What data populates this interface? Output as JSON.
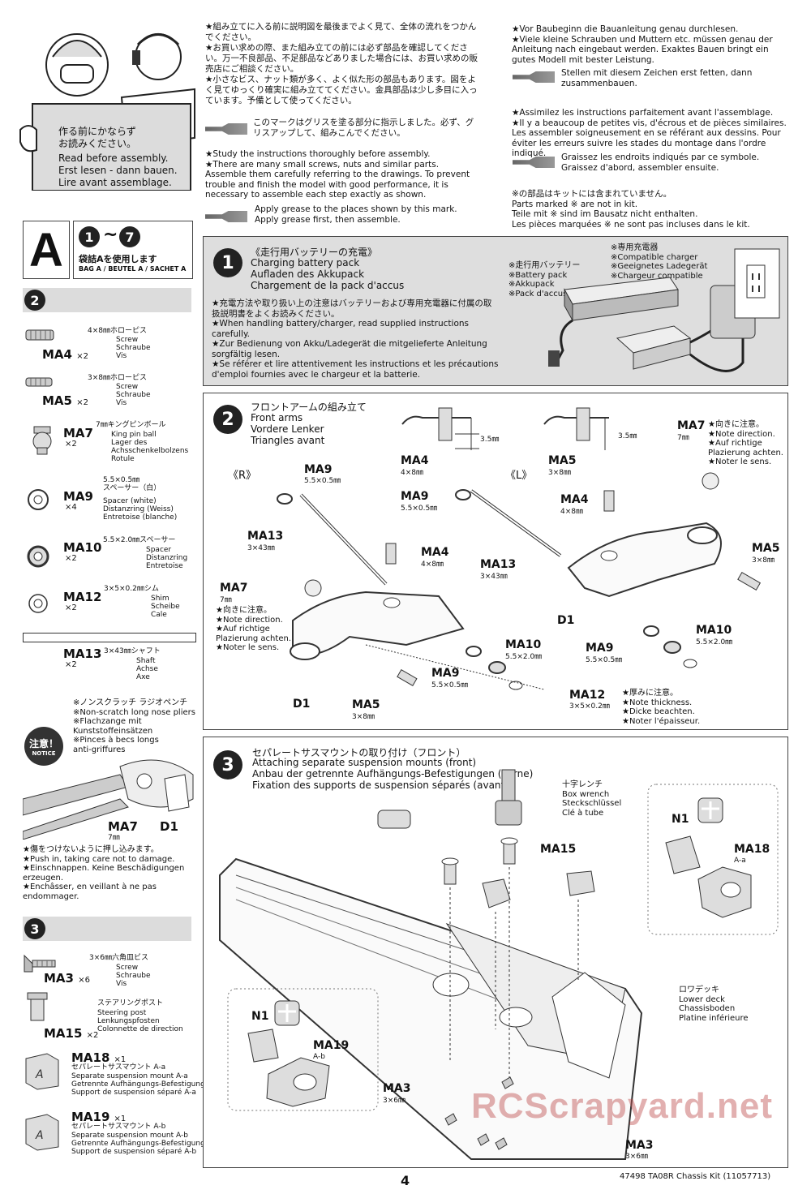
{
  "intro_cartoon": {
    "jp": "作る前にかならず\nお読みください。",
    "lines": [
      "Read before assembly.",
      "Erst lesen - dann bauen.",
      "Lire avant assemblage."
    ]
  },
  "jp_notes": "★組み立てに入る前に説明図を最後までよく見て、全体の流れをつかんでください。\n★お買い求めの際、また組み立ての前には必ず部品を確認してください。万一不良部品、不足部品などありました場合には、お買い求めの販売店にご相談ください。\n★小さなビス、ナット類が多く、よく似た形の部品もあります。図をよく見てゆっくり確実に組み立ててください。金具部品は少し多目に入っています。予備として使ってください。",
  "jp_grease": "このマークはグリスを塗る部分に指示しました。必ず、グリスアップして、組みこんでください。",
  "en_notes": "★Study the instructions thoroughly before assembly.\n★There are many small screws, nuts and similar parts. Assemble them carefully referring to the drawings. To prevent trouble and finish the model with good performance, it is necessary to assemble each step exactly as shown.",
  "en_grease": "Apply grease to the places shown by this mark.\nApply grease first, then assemble.",
  "de_notes": "★Vor Baubeginn die Bauanleitung genau durchlesen.\n★Viele kleine Schrauben und Muttern etc. müssen genau der Anleitung nach eingebaut werden. Exaktes Bauen bringt ein gutes Modell mit bester Leistung.",
  "de_grease": "Stellen mit diesem Zeichen erst fetten, dann zusammenbauen.",
  "fr_notes": "★Assimilez les instructions parfaitement avant l'assemblage.\n★Il y a beaucoup de petites vis, d'écrous et de pièces similaires. Les assembler soigneusement en se référant aux dessins. Pour éviter les erreurs suivre les stades du montage dans l'ordre indiqué.",
  "fr_grease": "Graissez les endroits indiqués par ce symbole.\nGraissez d'abord, assembler ensuite.",
  "not_in_kit": "※の部品はキットには含まれていません。\nParts marked ※ are not in kit.\nTeile mit ※ sind im Bausatz nicht enthalten.\nLes pièces marquées ※ ne sont pas incluses dans le kit.",
  "bag": {
    "letter": "A",
    "from": "1",
    "tilde": "~",
    "to": "7",
    "jp": "袋詰Aを使用します",
    "sub": "BAG A / BEUTEL A / SACHET A"
  },
  "parts2": {
    "step": "2",
    "items": [
      {
        "code": "MA4",
        "qty": "×2",
        "jp": "4×8㎜ホローピス",
        "desc": "Screw\nSchraube\nVis"
      },
      {
        "code": "MA5",
        "qty": "×2",
        "jp": "3×8㎜ホローピス",
        "desc": "Screw\nSchraube\nVis"
      },
      {
        "code": "MA7",
        "qty": "×2",
        "jp": "7㎜キングピンボール",
        "desc": "King pin ball\nLager des\nAchsschenkelbolzens\nRotule"
      },
      {
        "code": "MA9",
        "qty": "×4",
        "jp": "5.5×0.5㎜\nスペーサー（白）",
        "desc": "Spacer (white)\nDistanzring (Weiss)\nEntretoise (blanche)"
      },
      {
        "code": "MA10",
        "qty": "×2",
        "jp": "5.5×2.0㎜スペーサー",
        "desc": "Spacer\nDistanzring\nEntretoise"
      },
      {
        "code": "MA12",
        "qty": "×2",
        "jp": "3×5×0.2㎜シム",
        "desc": "Shim\nScheibe\nCale"
      },
      {
        "code": "MA13",
        "qty": "×2",
        "jp": "3×43㎜シャフト",
        "desc": "Shaft\nAchse\nAxe"
      }
    ]
  },
  "notice": {
    "badge_jp": "注意！",
    "badge_en": "NOTICE",
    "pliers": "※ノンスクラッチ ラジオペンチ\n※Non-scratch long nose pliers\n※Flachzange mit\nKunststoffeinsätzen\n※Pinces à becs longs\nanti-griffures",
    "ma7": "MA7",
    "ma7_size": "7㎜",
    "d1": "D1",
    "text": "★傷をつけないように押し込みます。\n★Push in, taking care not to damage.\n★Einschnappen. Keine Beschädigungen erzeugen.\n★Enchâsser, en veillant à ne pas endommager."
  },
  "parts3": {
    "step": "3",
    "items": [
      {
        "code": "MA3",
        "qty": "×6",
        "jp": "3×6㎜六角皿ビス",
        "desc": "Screw\nSchraube\nVis"
      },
      {
        "code": "MA15",
        "qty": "×2",
        "jp": "ステアリングポスト",
        "desc": "Steering post\nLenkungspfosten\nColonnette de direction"
      },
      {
        "code": "MA18",
        "qty": "×1",
        "jp": "セパレートサスマウント A-a",
        "desc": "Separate suspension mount A-a\nGetrennte Aufhängungs-Befestigung A-a\nSupport de suspension séparé A-a"
      },
      {
        "code": "MA19",
        "qty": "×1",
        "jp": "セパレートサスマウント A-b",
        "desc": "Separate suspension mount A-b\nGetrennte Aufhängungs-Befestigung A-b\nSupport de suspension séparé A-b"
      }
    ]
  },
  "step1": {
    "num": "1",
    "jp": "《走行用バッテリーの充電》",
    "en": "Charging battery pack",
    "de": "Aufladen des Akkupack",
    "fr": "Chargement de la pack d'accus",
    "notes": "★充電方法や取り扱い上の注意はバッテリーおよび専用充電器に付属の取扱説明書をよくお読みください。\n★When handling battery/charger, read supplied instructions carefully.\n★Zur Bedienung von Akku/Ladegerät die mitgelieferte Anleitung sorgfältig lesen.\n★Se référer et lire attentivement les instructions et les précautions d'emploi fournies avec le chargeur et la batterie.",
    "battery_label": "※走行用バッテリー\n※Battery pack\n※Akkupack\n※Pack d'accus",
    "charger_label": "※専用充電器\n※Compatible charger\n※Geeignetes Ladegerät\n※Chargeur compatible"
  },
  "step2": {
    "num": "2",
    "jp": "フロントアームの組み立て",
    "en": "Front arms",
    "de": "Vordere Lenker",
    "fr": "Triangles avant",
    "left_tag": "《R》",
    "right_tag": "《L》",
    "dim": "3.5㎜",
    "dim2": "3.5㎜",
    "ma4_top": "MA4",
    "ma4_top_size": "4×8㎜",
    "ma5_top": "MA5",
    "ma5_top_size": "3×8㎜",
    "ma7_r": "MA7",
    "ma7_r_size": "7㎜",
    "ma7_r_note": "★向きに注意。\n★Note direction.\n★Auf richtige\nPlazierung achten.\n★Noter le sens.",
    "ma7_l": "MA7",
    "ma7_l_size": "7㎜",
    "ma7_l_note": "★向きに注意。\n★Note direction.\n★Auf richtige\nPlazierung achten.\n★Noter le sens.",
    "ma9_a": "MA9",
    "ma9_a_size": "5.5×0.5㎜",
    "ma9_b": "MA9",
    "ma9_b_size": "5.5×0.5㎜",
    "ma9_c": "MA9",
    "ma9_c_size": "5.5×0.5㎜",
    "ma9_d": "MA9",
    "ma9_d_size": "5.5×0.5㎜",
    "ma13_a": "MA13",
    "ma13_a_size": "3×43㎜",
    "ma13_b": "MA13",
    "ma13_b_size": "3×43㎜",
    "ma4_a": "MA4",
    "ma4_a_size": "4×8㎜",
    "ma4_b": "MA4",
    "ma4_b_size": "4×8㎜",
    "ma5_a": "MA5",
    "ma5_a_size": "3×8㎜",
    "ma5_b": "MA5",
    "ma5_b_size": "3×8㎜",
    "ma10_a": "MA10",
    "ma10_a_size": "5.5×2.0㎜",
    "ma10_b": "MA10",
    "ma10_b_size": "5.5×2.0㎜",
    "ma12": "MA12",
    "ma12_size": "3×5×0.2㎜",
    "ma12_note": "★厚みに注意。\n★Note thickness.\n★Dicke beachten.\n★Noter l'épaisseur.",
    "d1_a": "D1",
    "d1_b": "D1"
  },
  "step3": {
    "num": "3",
    "jp": "セパレートサスマウントの取り付け（フロント）",
    "en": "Attaching separate suspension mounts (front)",
    "de": "Anbau der getrennte Aufhängungs-Befestigungen (vorne)",
    "fr": "Fixation des supports de suspension séparés (avant)",
    "wrench": "十字レンチ\nBox wrench\nSteckschlüssel\nClé à tube",
    "ma15": "MA15",
    "n1_a": "N1",
    "ma18": "MA18",
    "ma18_sub": "A-a",
    "n1_b": "N1",
    "ma19": "MA19",
    "ma19_sub": "A-b",
    "lower_deck": "ロワデッキ\nLower deck\nChassisboden\nPlatine inférieure",
    "ma3_a": "MA3",
    "ma3_a_size": "3×6㎜",
    "ma3_b": "MA3",
    "ma3_b_size": "3×6㎜"
  },
  "footer": {
    "page": "4",
    "kit": "47498  TA08R Chassis Kit (11057713)",
    "watermark": "RCScrapyard.net"
  }
}
